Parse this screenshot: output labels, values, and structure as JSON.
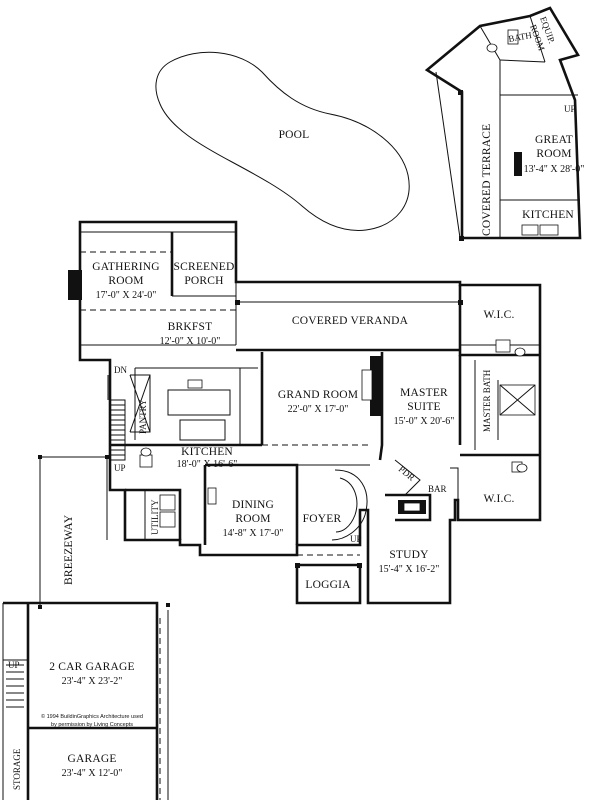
{
  "rooms": {
    "pool": "POOL",
    "gathering": {
      "name_1": "GATHERING",
      "name_2": "ROOM",
      "dim": "17'-0\" X 24'-0\""
    },
    "screened": {
      "name_1": "SCREENED",
      "name_2": "PORCH"
    },
    "brkfst": {
      "name": "BRKFST",
      "dim": "12'-0\" X 10'-0\""
    },
    "covered_veranda": "COVERED VERANDA",
    "wic_top": "W.I.C.",
    "wic_bottom": "W.I.C.",
    "grand": {
      "name": "GRAND ROOM",
      "dim": "22'-0\" X 17'-0\""
    },
    "master": {
      "name_1": "MASTER",
      "name_2": "SUITE",
      "dim": "15'-0\" X 20'-6\""
    },
    "master_bath": "MASTER BATH",
    "pantry": "PANTRY",
    "kitchen": {
      "name": "KITCHEN",
      "dim": "18'-0\" X 16'-6\""
    },
    "dining": {
      "name_1": "DINING",
      "name_2": "ROOM",
      "dim": "14'-8\" X 17'-0\""
    },
    "foyer": "FOYER",
    "pdr": "PDR",
    "bar": "BAR",
    "study": {
      "name": "STUDY",
      "dim": "15'-4\" X 16'-2\""
    },
    "loggia": "LOGGIA",
    "utility": "UTILITY",
    "breezeway": "BREEZEWAY",
    "garage2": {
      "name": "2 CAR GARAGE",
      "dim": "23'-4\" X 23'-2\""
    },
    "garage": {
      "name": "GARAGE",
      "dim": "23'-4\" X 12'-0\""
    },
    "storage": "STORAGE",
    "pool_house": {
      "great_1": "GREAT",
      "great_2": "ROOM",
      "great_dim": "13'-4\" X 28'-0\"",
      "kitchen": "KITCHEN",
      "covered_terrace": "COVERED TERRACE",
      "bath": "BATH",
      "equip_1": "EQUIP.",
      "equip_2": "ROOM"
    }
  },
  "labels": {
    "dn": "DN",
    "up_stair_left": "UP",
    "up_foyer": "UP",
    "up_garage": "UP",
    "up_pool_house": "UP"
  },
  "credit": {
    "line1": "© 1994 BuildinGraphics Architecture used",
    "line2": "by permission by Living Concepts"
  }
}
